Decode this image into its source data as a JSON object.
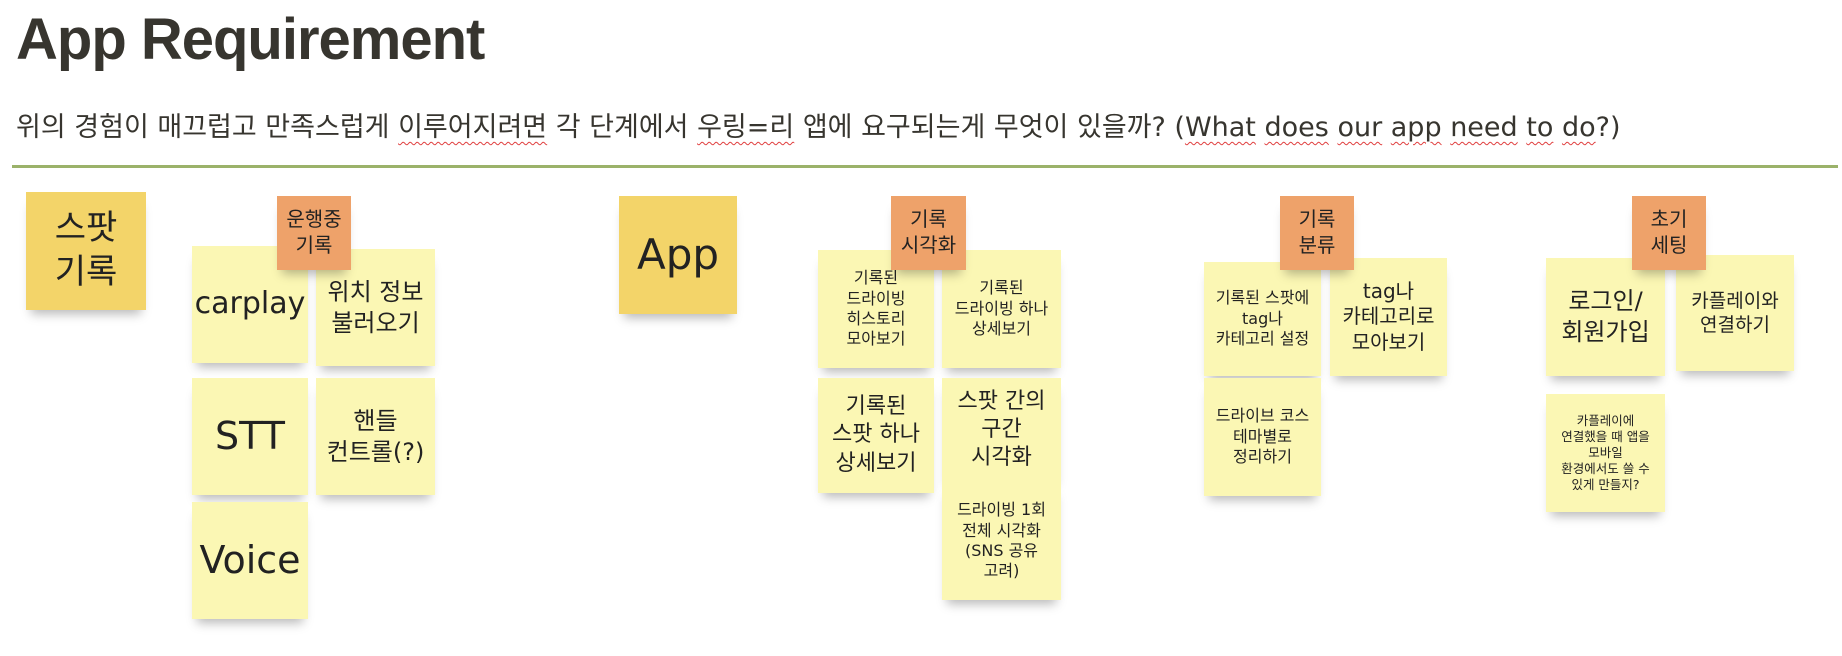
{
  "page": {
    "title": "App Requirement",
    "subtitle_parts": [
      {
        "text": "위의 경험이 매끄럽고 만족스럽게 ",
        "flag": false
      },
      {
        "text": "이루어지려면",
        "flag": true
      },
      {
        "text": " 각 단계에서 ",
        "flag": false
      },
      {
        "text": "우링=리",
        "flag": true
      },
      {
        "text": " 앱에 요구되는게 무엇이 있을까? (",
        "flag": false
      },
      {
        "text": "What",
        "flag": true
      },
      {
        "text": " ",
        "flag": false
      },
      {
        "text": "does",
        "flag": true
      },
      {
        "text": " ",
        "flag": false
      },
      {
        "text": "our",
        "flag": true
      },
      {
        "text": " ",
        "flag": false
      },
      {
        "text": "app",
        "flag": true
      },
      {
        "text": " ",
        "flag": false
      },
      {
        "text": "need",
        "flag": true
      },
      {
        "text": " ",
        "flag": false
      },
      {
        "text": "to",
        "flag": true
      },
      {
        "text": " ",
        "flag": false
      },
      {
        "text": "do",
        "flag": true
      },
      {
        "text": "?)",
        "flag": false
      }
    ]
  },
  "colors": {
    "accent_line": "#9bb26a",
    "sticky_yellow": "#fbf7b4",
    "sticky_gold": "#f3d469",
    "sticky_orange": "#eea26a"
  },
  "board": {
    "spot_label": "스팟\n기록",
    "app_label": "App",
    "clusters": [
      {
        "header": "운행중\n기록",
        "notes": [
          "carplay",
          "위치 정보\n불러오기",
          "STT",
          "핸들\n컨트롤(?)",
          "Voice"
        ]
      },
      {
        "header": "기록\n시각화",
        "notes": [
          "기록된\n드라이빙\n히스토리\n모아보기",
          "기록된\n드라이빙 하나\n상세보기",
          "기록된\n스팟 하나\n상세보기",
          "스팟 간의\n구간\n시각화",
          "드라이빙 1회\n전체 시각화\n(SNS 공유\n고려)"
        ]
      },
      {
        "header": "기록\n분류",
        "notes": [
          "기록된 스팟에\ntag나\n카테고리 설정",
          "tag나\n카테고리로\n모아보기",
          "드라이브 코스\n테마별로\n정리하기"
        ]
      },
      {
        "header": "초기\n세팅",
        "notes": [
          "로그인/\n회원가입",
          "카플레이와\n연결하기",
          "카플레이에\n연결했을 때 앱을\n모바일\n환경에서도 쓸 수\n있게 만들지?"
        ]
      }
    ]
  }
}
